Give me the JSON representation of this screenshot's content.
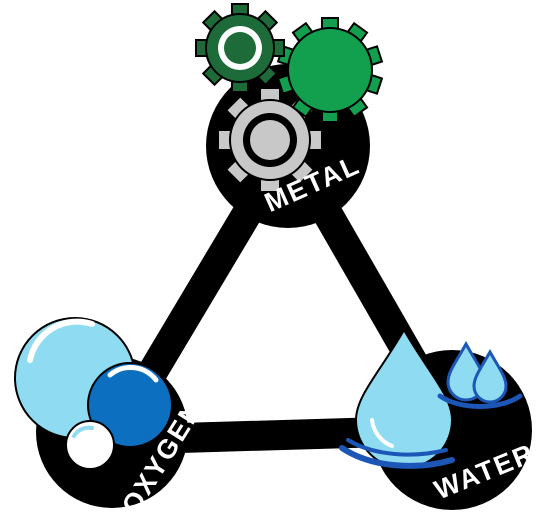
{
  "diagram": {
    "nodes": {
      "metal": {
        "label": "METAL",
        "icon": "gears-icon"
      },
      "oxygen": {
        "label": "OXYGEN",
        "icon": "bubbles-icon"
      },
      "water": {
        "label": "WATER",
        "icon": "water-drops-icon"
      }
    },
    "colors": {
      "frame": "#000000",
      "label_text": "#ffffff",
      "gear_dark_green": "#1e6b3a",
      "gear_green": "#12a04e",
      "gear_gray": "#c8c8c8",
      "bubble_light": "#8fdcf2",
      "bubble_blue": "#0d6fc0",
      "drop_light": "#8fdcf2",
      "water_blue": "#1c57b8"
    }
  }
}
